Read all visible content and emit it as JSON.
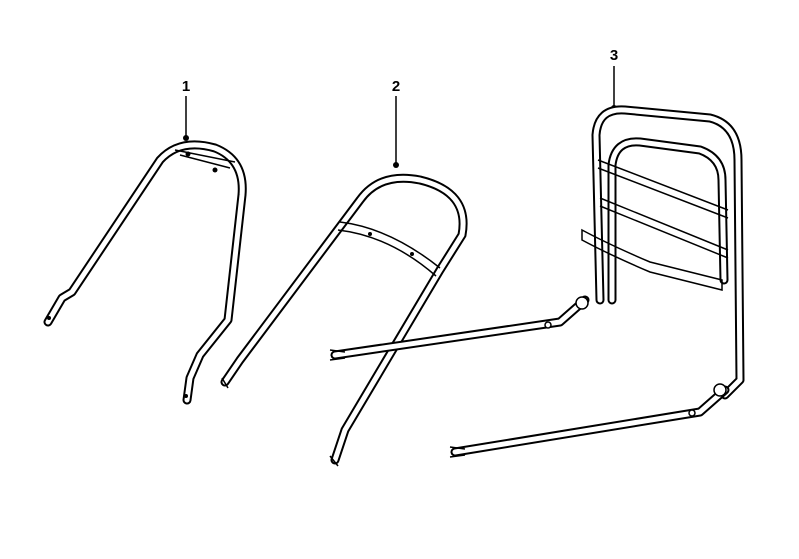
{
  "diagram": {
    "parts": [
      {
        "number": "1"
      },
      {
        "number": "2"
      },
      {
        "number": "3"
      }
    ],
    "colors": {
      "line": "#000000",
      "background": "#ffffff"
    }
  }
}
